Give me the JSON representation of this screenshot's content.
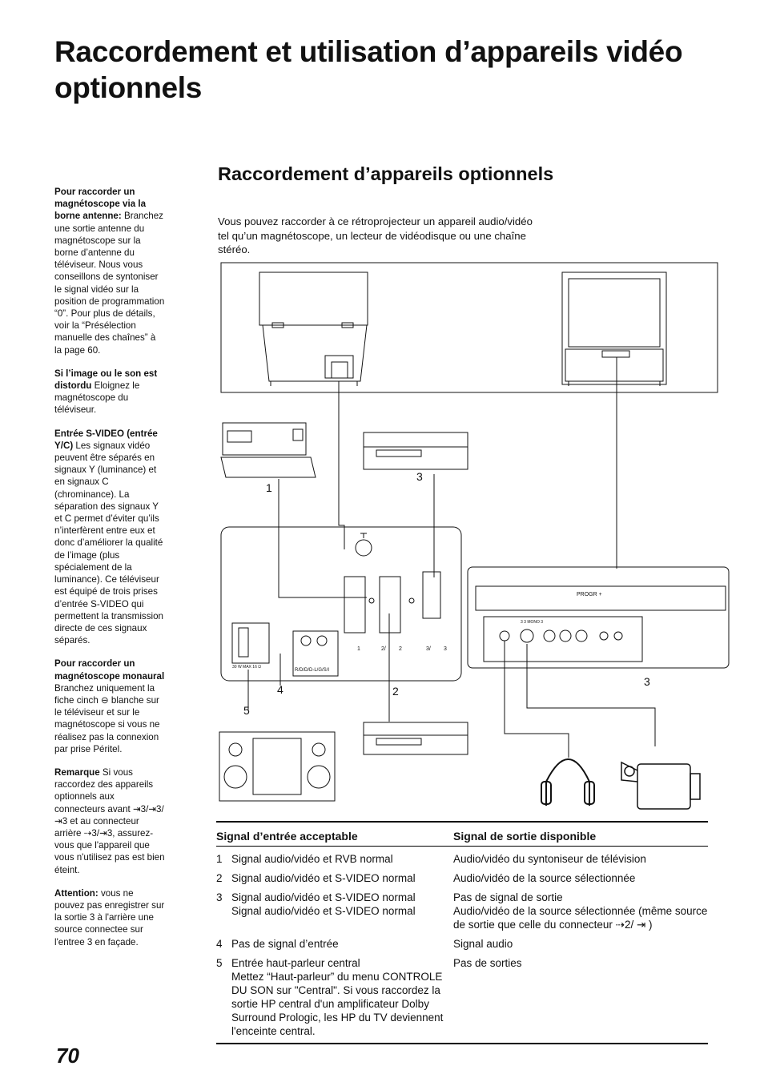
{
  "page": {
    "title": "Raccordement et utilisation d’appareils vidéo optionnels",
    "number": "70"
  },
  "sidebar": {
    "notes": [
      {
        "heading": "Pour raccorder un magnétoscope via la borne antenne:",
        "text": " Branchez une sortie antenne du magnétoscope sur la borne d’antenne du téléviseur. Nous vous conseillons de syntoniser le signal vidéo sur la position de programmation “0”. Pour plus de détails, voir la “Présélection manuelle des chaînes” à la page 60."
      },
      {
        "heading": "Si l’image ou le son est distordu",
        "text": " Eloignez le magnétoscope du téléviseur."
      },
      {
        "heading": "Entrée S-VIDEO (entrée Y/C)",
        "text": " Les signaux vidéo peuvent être séparés en signaux Y (luminance) et en signaux C (chrominance). La séparation des signaux Y et C permet d’éviter qu’ils n’interfèrent entre eux et donc d’améliorer la qualité de l’image (plus spécialement de la luminance). Ce téléviseur est équipé de trois prises d’entrée S-VIDEO qui permettent la transmission directe de ces signaux séparés."
      },
      {
        "heading": "Pour raccorder un magnétoscope monaural",
        "text": " Branchez uniquement la fiche cinch ⊖ blanche sur le téléviseur et sur le magnétoscope si vous ne réalisez pas la connexion par prise Péritel."
      },
      {
        "heading": "Remarque",
        "text": " Si vous raccordez des appareils optionnels aux connecteurs avant ⇥3/⇥3/⇥3 et au connecteur arrière ⇢3/⇥3, assurez-vous que l'appareil que vous n'utilisez pas est bien éteint."
      },
      {
        "heading": "Attention:",
        "text": " vous ne pouvez pas enregistrer sur la sortie 3 à l'arrière une source connectee sur l'entree 3 en façade."
      }
    ]
  },
  "section": {
    "title": "Raccordement d’appareils optionnels",
    "intro": "Vous pouvez raccorder à ce rétroprojecteur un appareil audio/vidéo tel qu’un magnétoscope, un lecteur de vidéodisque ou une chaîne stéréo."
  },
  "diagram": {
    "callouts": [
      "1",
      "3",
      "4",
      "2",
      "5",
      "3"
    ],
    "panel_labels": {
      "power": "30 W MAX 16 Ω",
      "audio": "R/D/D/D-L/G/S/I",
      "scart1": "1",
      "scart2": "2/ ",
      "scart2b": "2",
      "scart3": "3/ ",
      "scart3b": "3",
      "front_progr": "PROGR +",
      "front_row2": "3    3  MONO  3"
    }
  },
  "table": {
    "header_in": "Signal d’entrée acceptable",
    "header_out": "Signal de sortie disponible",
    "rows": [
      {
        "num": "1",
        "in": "Signal audio/vidéo et RVB normal",
        "out": "Audio/vidéo du syntoniseur de télévision"
      },
      {
        "num": "2",
        "in": "Signal audio/vidéo et S-VIDEO normal",
        "out": "Audio/vidéo de la source sélectionnée"
      },
      {
        "num": "3",
        "in": "Signal audio/vidéo et S-VIDEO normal\nSignal audio/vidéo et S-VIDEO normal",
        "out": "Pas de signal de sortie\nAudio/vidéo de la source sélectionnée (même source de sortie que celle du connecteur ⇢2/ ⇥ )"
      },
      {
        "num": "4",
        "in": "Pas de signal d’entrée",
        "out": "Signal audio"
      },
      {
        "num": "5",
        "in": "Entrée haut-parleur central\nMettez “Haut-parleur” du menu CONTROLE DU SON sur \"Central\". Si vous raccordez la sortie HP central d'un amplificateur Dolby Surround Prologic, les HP du TV deviennent l'enceinte central.",
        "out": "Pas de sorties"
      }
    ]
  }
}
